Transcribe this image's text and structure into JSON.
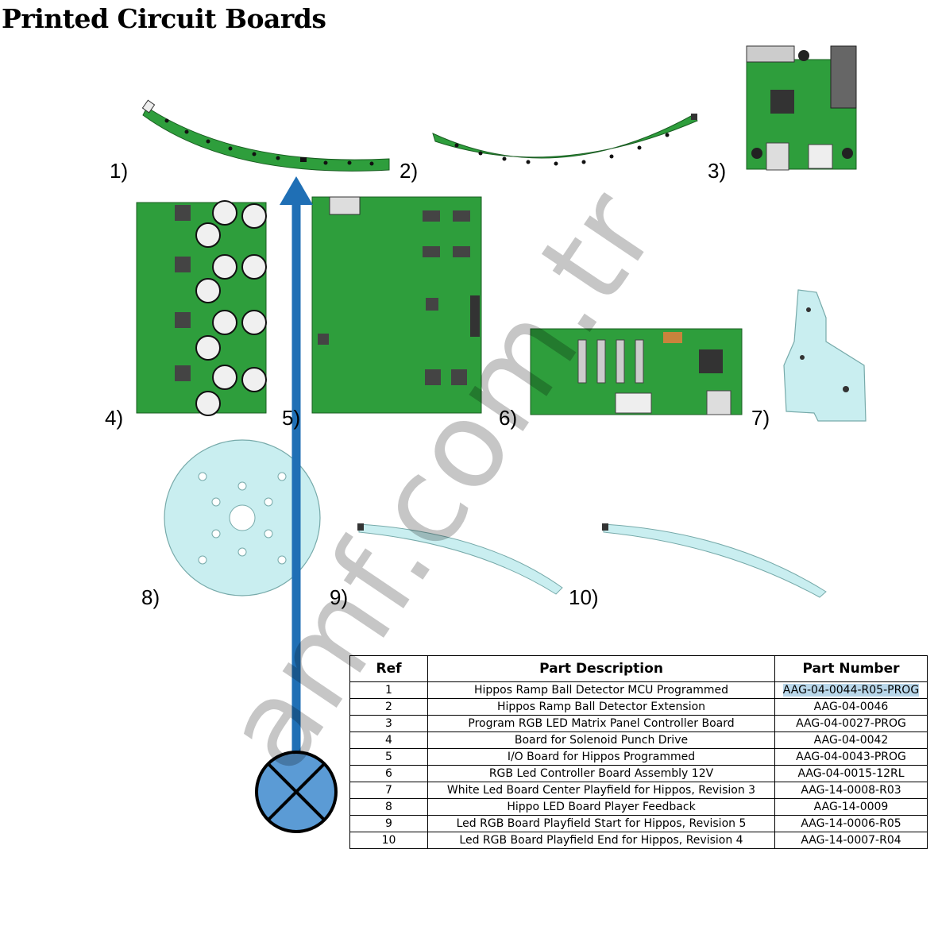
{
  "title": "Printed Circuit Boards",
  "watermark": "amf.com.tr",
  "labels": [
    "1)",
    "2)",
    "3)",
    "4)",
    "5)",
    "6)",
    "7)",
    "8)",
    "9)",
    "10)"
  ],
  "table": {
    "headers": [
      "Ref",
      "Part Description",
      "Part Number"
    ],
    "rows": [
      {
        "ref": "1",
        "desc": "Hippos Ramp Ball Detector MCU Programmed",
        "part": "AAG-04-0044-R05-PROG"
      },
      {
        "ref": "2",
        "desc": "Hippos Ramp Ball Detector Extension",
        "part": "AAG-04-0046"
      },
      {
        "ref": "3",
        "desc": "Program RGB LED Matrix Panel Controller Board",
        "part": "AAG-04-0027-PROG"
      },
      {
        "ref": "4",
        "desc": "Board for Solenoid Punch Drive",
        "part": "AAG-04-0042"
      },
      {
        "ref": "5",
        "desc": "I/O Board for Hippos Programmed",
        "part": "AAG-04-0043-PROG"
      },
      {
        "ref": "6",
        "desc": "RGB Led Controller Board Assembly 12V",
        "part": "AAG-04-0015-12RL"
      },
      {
        "ref": "7",
        "desc": "White Led Board Center Playfield for Hippos, Revision 3",
        "part": "AAG-14-0008-R03"
      },
      {
        "ref": "8",
        "desc": "Hippo LED Board Player Feedback",
        "part": "AAG-14-0009"
      },
      {
        "ref": "9",
        "desc": "Led RGB Board Playfield Start for Hippos, Revision 5",
        "part": "AAG-14-0006-R05"
      },
      {
        "ref": "10",
        "desc": "Led RGB Board Playfield End for Hippos, Revision 4",
        "part": "AAG-14-0007-R04"
      }
    ]
  },
  "colors": {
    "pcb_green": "#2e9e3c",
    "pcb_light": "#c9eef0",
    "arrow_blue": "#1f6fb5",
    "marker_blue": "#5b9bd5"
  }
}
